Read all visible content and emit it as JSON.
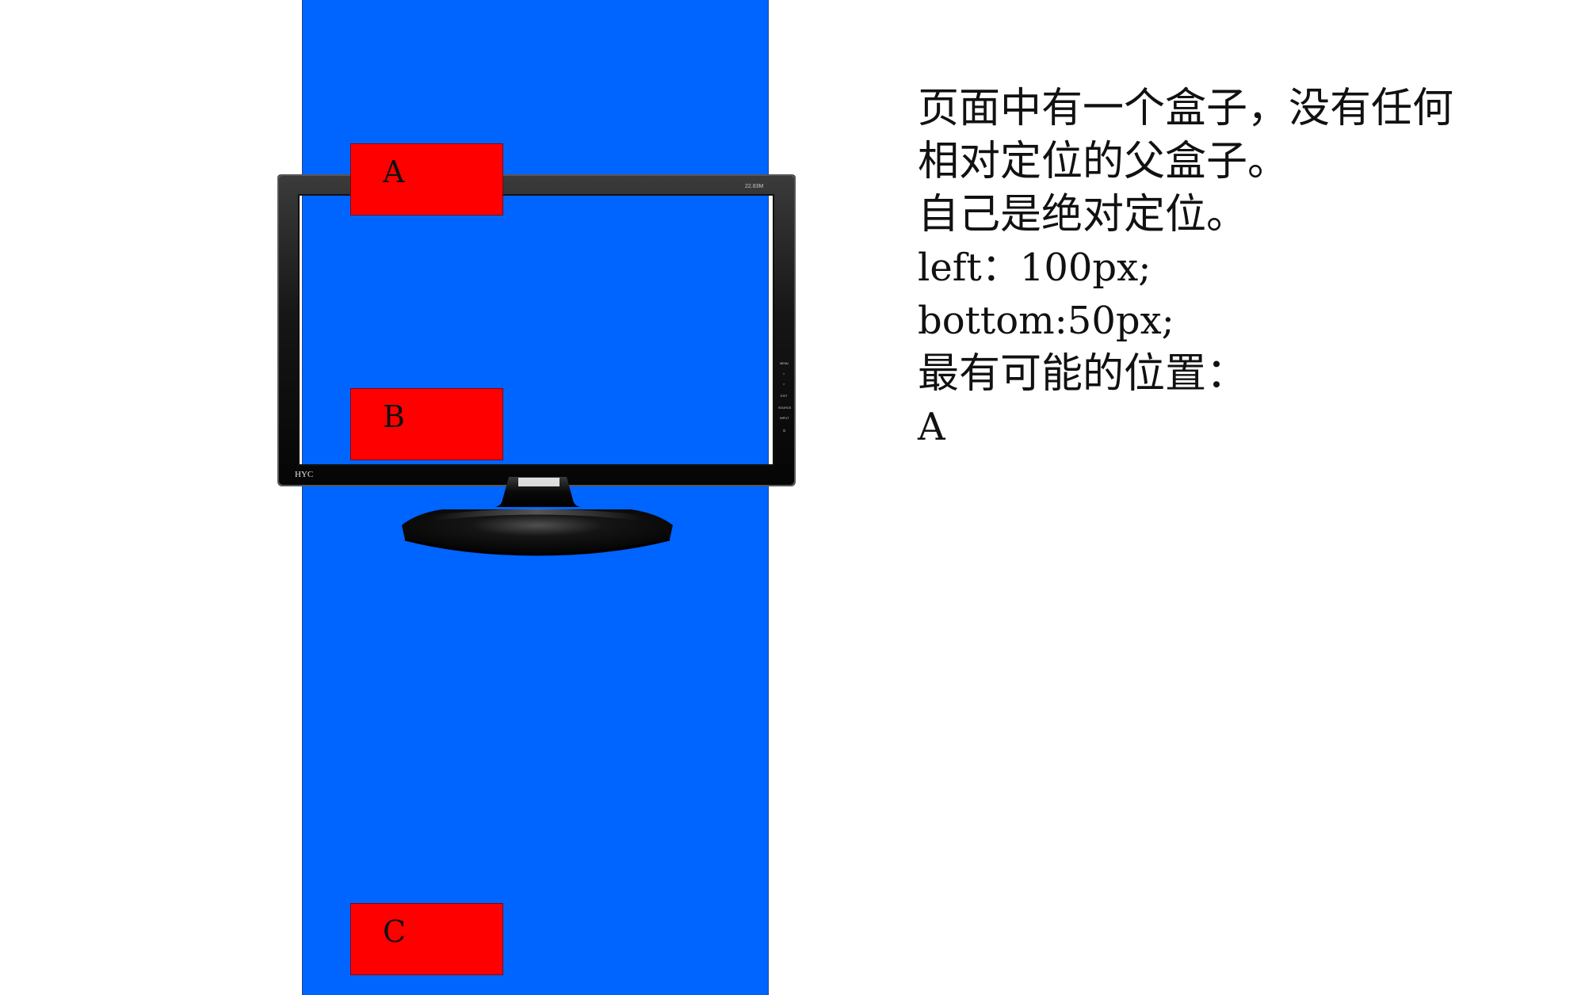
{
  "canvas": {
    "background_color": "#ffffff",
    "column_color": "#0064ff",
    "box_color": "#ff0000"
  },
  "monitor": {
    "brand_text": "HYC",
    "model_text": "22.83M",
    "buttons": [
      "MENU",
      "<",
      ">",
      "EXIT",
      "SOURCE",
      "INPUT",
      "⏻"
    ],
    "icon": "monitor-icon"
  },
  "boxes": [
    {
      "label": "A"
    },
    {
      "label": "B"
    },
    {
      "label": "C"
    }
  ],
  "prompt": {
    "lines": [
      "页面中有一个盒子，没有任何",
      "相对定位的父盒子。",
      "自己是绝对定位。",
      "left：100px;",
      "bottom:50px;",
      "最有可能的位置：",
      "A"
    ]
  }
}
